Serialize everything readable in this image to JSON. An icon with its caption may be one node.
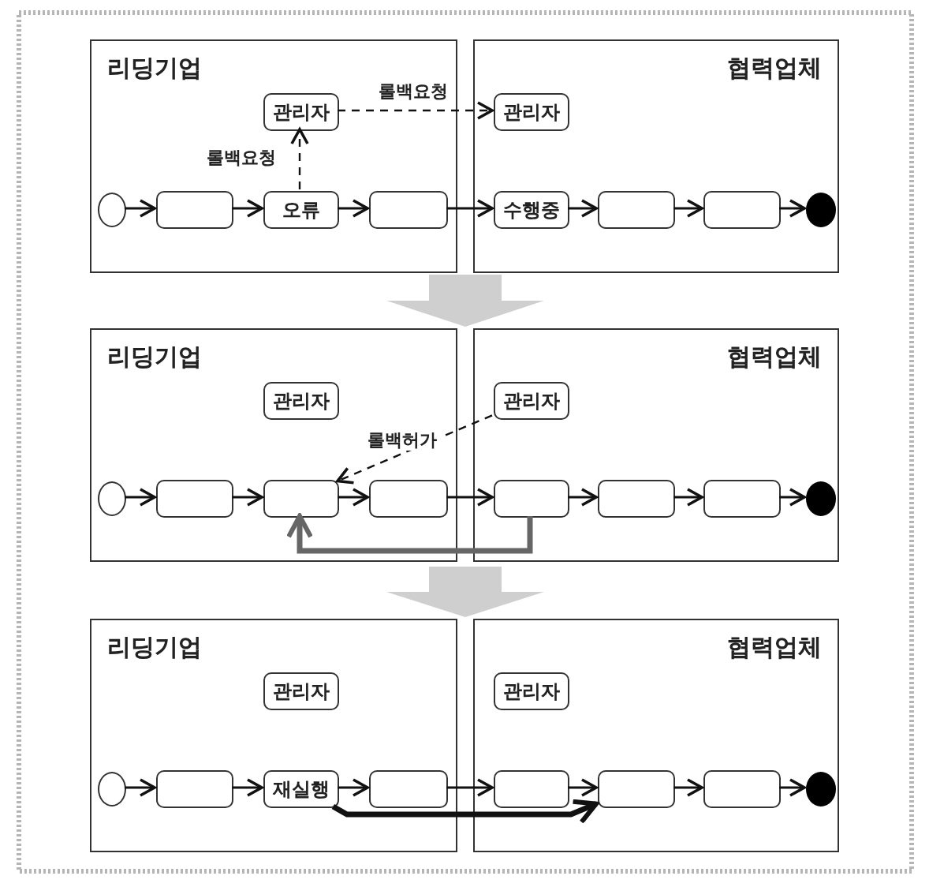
{
  "diagram": {
    "nodes": [
      {
        "text": [
          "리딩기업"
        ]
      },
      {
        "text": [
          "관리자"
        ],
        "in": 0
      },
      {
        "text": [],
        "shape": "circle",
        "in": 0
      },
      {
        "text": [],
        "shape": "box",
        "in": 0
      },
      {
        "text": [
          "오류"
        ],
        "in": 0
      },
      {
        "text": [],
        "shape": "box",
        "in": 0
      },
      {
        "text": [
          "협력업체"
        ]
      },
      {
        "text": [
          "관리자"
        ],
        "in": 6
      },
      {
        "text": [
          "수행중"
        ],
        "in": 6
      },
      {
        "text": [],
        "shape": "box",
        "in": 6
      },
      {
        "text": [],
        "shape": "box",
        "in": 6
      },
      {
        "text": [],
        "shape": "dot",
        "in": 6
      },
      {
        "text": [
          "리딩기업"
        ]
      },
      {
        "text": [
          "관리자"
        ],
        "in": 12
      },
      {
        "text": [],
        "shape": "circle",
        "in": 12
      },
      {
        "text": [],
        "shape": "box",
        "in": 12
      },
      {
        "text": [],
        "shape": "box",
        "in": 12
      },
      {
        "text": [],
        "shape": "box",
        "in": 12
      },
      {
        "text": [
          "협력업체"
        ]
      },
      {
        "text": [
          "관리자"
        ],
        "in": 18
      },
      {
        "text": [],
        "shape": "box",
        "in": 18
      },
      {
        "text": [],
        "shape": "box",
        "in": 18
      },
      {
        "text": [],
        "shape": "box",
        "in": 18
      },
      {
        "text": [],
        "shape": "dot",
        "in": 18
      },
      {
        "text": [
          "리딩기업"
        ]
      },
      {
        "text": [
          "관리자"
        ],
        "in": 24
      },
      {
        "text": [],
        "shape": "circle",
        "in": 24
      },
      {
        "text": [],
        "shape": "box",
        "in": 24
      },
      {
        "text": [
          "재실행"
        ],
        "in": 24
      },
      {
        "text": [],
        "shape": "box",
        "in": 24
      },
      {
        "text": [
          "협력업체"
        ]
      },
      {
        "text": [
          "관리자"
        ],
        "in": 30
      },
      {
        "text": [],
        "shape": "box",
        "in": 30
      },
      {
        "text": [],
        "shape": "box",
        "in": 30
      },
      {
        "text": [],
        "shape": "box",
        "in": 30
      },
      {
        "text": [],
        "shape": "dot",
        "in": 30
      }
    ],
    "edges": [
      {
        "from": 2,
        "to": 3,
        "arrow": "to"
      },
      {
        "from": 3,
        "to": 4,
        "arrow": "to"
      },
      {
        "from": 4,
        "to": 5,
        "arrow": "to"
      },
      {
        "from": 5,
        "to": 8,
        "arrow": "to"
      },
      {
        "from": 8,
        "to": 9,
        "arrow": "to"
      },
      {
        "from": 9,
        "to": 10,
        "arrow": "to"
      },
      {
        "from": 10,
        "to": 11,
        "arrow": "to"
      },
      {
        "from": 4,
        "to": 1,
        "arrow": "to",
        "style": "dashed",
        "label": "롤백요청"
      },
      {
        "from": 1,
        "to": 7,
        "arrow": "to",
        "style": "dashed",
        "label": "롤백요청"
      },
      {
        "from": 14,
        "to": 15,
        "arrow": "to"
      },
      {
        "from": 15,
        "to": 16,
        "arrow": "to"
      },
      {
        "from": 16,
        "to": 17,
        "arrow": "to"
      },
      {
        "from": 17,
        "to": 20,
        "arrow": "to"
      },
      {
        "from": 20,
        "to": 21,
        "arrow": "to"
      },
      {
        "from": 21,
        "to": 22,
        "arrow": "to"
      },
      {
        "from": 22,
        "to": 23,
        "arrow": "to"
      },
      {
        "from": 19,
        "to": 16,
        "arrow": "to",
        "style": "dashed",
        "label": "롤백허가"
      },
      {
        "from": 20,
        "to": 16,
        "arrow": "to",
        "style": "thick",
        "color": "#666666"
      },
      {
        "from": 26,
        "to": 27,
        "arrow": "to"
      },
      {
        "from": 27,
        "to": 28,
        "arrow": "to"
      },
      {
        "from": 28,
        "to": 29,
        "arrow": "to"
      },
      {
        "from": 29,
        "to": 32,
        "arrow": "to"
      },
      {
        "from": 32,
        "to": 33,
        "arrow": "to"
      },
      {
        "from": 33,
        "to": 34,
        "arrow": "to"
      },
      {
        "from": 34,
        "to": 35,
        "arrow": "to"
      },
      {
        "from": 28,
        "to": 33,
        "arrow": "to",
        "style": "thick"
      }
    ]
  }
}
